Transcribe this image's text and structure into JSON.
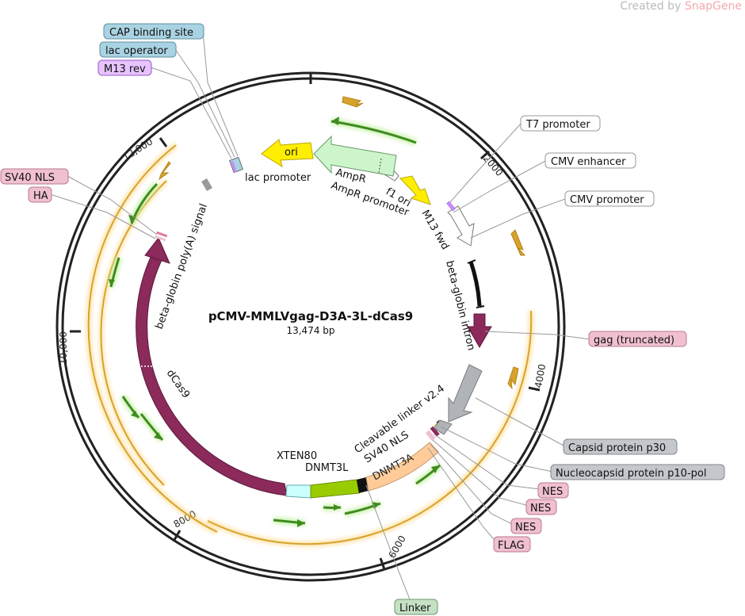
{
  "watermark": {
    "prefix": "Created by",
    "brand": "SnapGene"
  },
  "map": {
    "name": "pCMV-MMLVgag-D3A-3L-dCas9",
    "length": "13,474 bp",
    "ticks": [
      "2000",
      "4000",
      "6000",
      "8000",
      "10,000",
      "12,000"
    ]
  },
  "features": {
    "cap": "CAP binding site",
    "lac_op": "lac operator",
    "m13rev": "M13 rev",
    "sv40nls_left": "SV40 NLS",
    "ha": "HA",
    "t7": "T7 promoter",
    "cmv_enh": "CMV enhancer",
    "cmv_pro": "CMV promoter",
    "gag": "gag (truncated)",
    "p30": "Capsid protein p30",
    "p10": "Nucleocapsid protein p10-pol",
    "nes1": "NES",
    "nes2": "NES",
    "nes3": "NES",
    "flag": "FLAG",
    "linker": "Linker",
    "ori": "ori",
    "lac_promoter": "lac promoter",
    "ampr": "AmpR",
    "ampr_promoter": "AmpR promoter",
    "f1ori": "f1 ori",
    "m13fwd": "M13 fwd",
    "bglobin_intron": "beta-globin intron",
    "bglobin_polya": "beta-globin poly(A) signal",
    "dcas9": "dCas9",
    "xten80": "XTEN80",
    "dnmt3l": "DNMT3L",
    "dnmt3a": "DNMT3A",
    "sv40nls_inner": "SV40 NLS",
    "cleavable": "Cleavable linker v2.4"
  },
  "colors": {
    "misc_binding": "#a9d3e2",
    "primer": "#cc88ff",
    "nls": "#f0c0d0",
    "promoter_white": "#ffffff",
    "cds_grey": "#b0b3b8",
    "cds_purple": "#8b2a5b",
    "ori_yellow": "#ffee00",
    "ampr_green": "#ccf5cc",
    "dnmt3a": "#ffcc99",
    "dnmt3l": "#99cc00",
    "xten": "#ccffff",
    "orf_orange": "#f0b93a",
    "orf_green": "#4caf2a"
  }
}
